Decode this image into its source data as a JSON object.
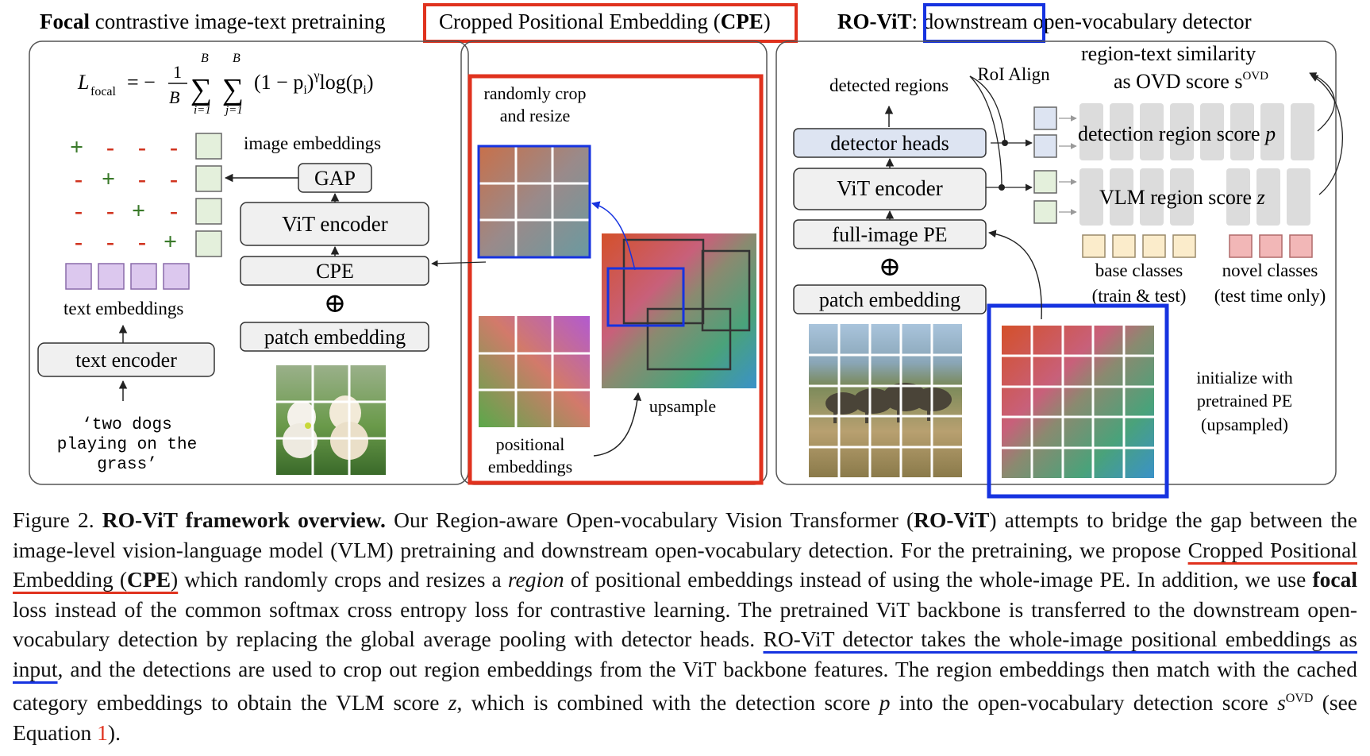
{
  "figure": {
    "panel1": {
      "title_bold": "Focal",
      "title_rest": " contrastive image-text pretraining",
      "loss_lhs": "L",
      "loss_sub": "focal",
      "loss_eq": "= −",
      "loss_frac_num": "1",
      "loss_frac_den": "B",
      "sum_top": "B",
      "sum_bot_i": "i=1",
      "sum_bot_j": "j=1",
      "loss_body": "(1 − p",
      "loss_body_sub": "i",
      "loss_body_rest": ")",
      "loss_gamma": "γ",
      "loss_log": "log(p",
      "loss_log_sub": "i",
      "loss_log_close": ")",
      "image_embeddings": "image embeddings",
      "text_embeddings": "text embeddings",
      "gap": "GAP",
      "vit_encoder": "ViT encoder",
      "cpe": "CPE",
      "oplus": "⊕",
      "patch_embedding": "patch embedding",
      "text_encoder": "text encoder",
      "caption_line1": "‘two dogs",
      "caption_line2": "playing on the",
      "caption_line3": "grass’",
      "matrix": [
        [
          "+",
          "-",
          "-",
          "-"
        ],
        [
          "-",
          "+",
          "-",
          "-"
        ],
        [
          "-",
          "-",
          "+",
          "-"
        ],
        [
          "-",
          "-",
          "-",
          "+"
        ]
      ]
    },
    "panel2": {
      "title_pre": "Cropped Positional Embedding (",
      "title_bold": "CPE",
      "title_post": ")",
      "crop_line1": "randomly crop",
      "crop_line2": "and resize",
      "upsample": "upsample",
      "pos_line1": "positional",
      "pos_line2": "embeddings"
    },
    "panel3": {
      "title_bold": "RO-ViT",
      "title_colon": ": ",
      "title_boxed": "downstream",
      "title_rest": " open-vocabulary detector",
      "detected_regions": "detected regions",
      "roi_align": "RoI Align",
      "sim_line1": "region-text similarity",
      "sim_line2": "as OVD score s",
      "sim_sup": "OVD",
      "detector_heads": "detector heads",
      "vit_encoder": "ViT encoder",
      "full_image_pe": "full-image PE",
      "oplus": "⊕",
      "patch_embedding": "patch embedding",
      "det_score": "detection region score ",
      "det_var": "p",
      "vlm_score": "VLM region score ",
      "vlm_var": "z",
      "base_line1": "base classes",
      "base_line2": "(train & test)",
      "novel_line1": "novel classes",
      "novel_line2": "(test time only)",
      "init_line1": "initialize with",
      "init_line2": "pretrained PE",
      "init_line3": "(upsampled)"
    }
  },
  "caption": {
    "label": "Figure 2.",
    "title": "RO-ViT framework overview.",
    "s1": "Our Region-aware Open-vocabulary Vision Transformer (",
    "s1_bold": "RO-ViT",
    "s2": ") attempts to bridge the gap between the image-level vision-language model (VLM) pretraining and downstream open-vocabulary detection. For the pretraining, we propose ",
    "cpe_pre": "Cropped Positional Embedding (",
    "cpe_bold": "CPE",
    "cpe_post": ")",
    "s3": " which randomly crops and resizes a ",
    "s3_italic": "region",
    "s4": " of positional embeddings instead of using the whole-image PE. In addition, we use ",
    "s4_bold": "focal",
    "s5": " loss instead of the common softmax cross entropy loss for contrastive learning. The pretrained ViT backbone is transferred to the downstream open-vocabulary detection by replacing the global average pooling with detector heads. ",
    "s6_underlined": "RO-ViT detector takes the whole-image positional embeddings as input",
    "s7": ", and the detections are used to crop out region embeddings from the ViT backbone features. The region embeddings then match with the cached category embeddings to obtain the VLM score ",
    "s7_var": "z",
    "s8": ", which is combined with the detection score ",
    "s8_var": "p",
    "s9": " into the open-vocabulary detection score ",
    "s9_var": "s",
    "s9_sup": "OVD",
    "s10": " (see Equation ",
    "eq_ref": "1",
    "s11": ")."
  },
  "colors": {
    "red_highlight": "#e0321e",
    "blue_highlight": "#1633e0",
    "plus": "#3a7a2a",
    "minus": "#d0331f",
    "image_embed": "#e4f0dc",
    "text_embed": "#dcc8ee",
    "detector_heads": "#dde4f2",
    "base_class": "#fbeccb",
    "novel_class": "#f2b7b7"
  }
}
